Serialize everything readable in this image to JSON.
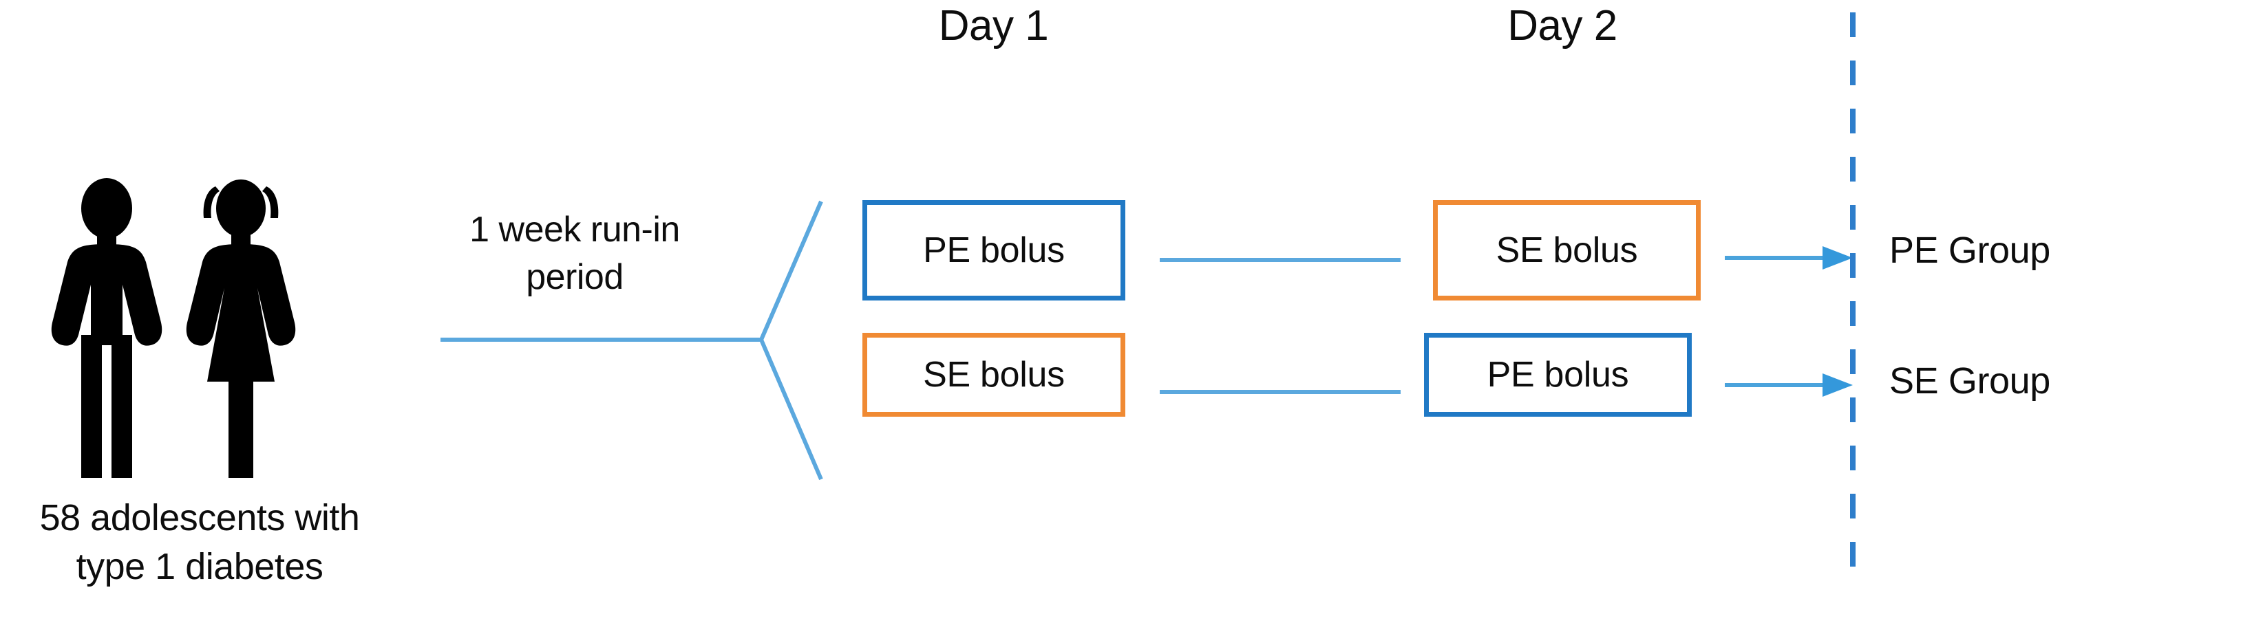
{
  "diagram": {
    "type": "crossover-trial-flow",
    "cohort": {
      "icon_male": "person-male-icon",
      "icon_female": "person-female-icon",
      "caption_line1": "58 adolescents with",
      "caption_line2": "type 1 diabetes"
    },
    "runin": {
      "label_line1": "1 week run-in",
      "label_line2": "period"
    },
    "columns": [
      {
        "header": "Day 1"
      },
      {
        "header": "Day 2"
      }
    ],
    "arms": [
      {
        "arm_id": "pe-arm",
        "day1": {
          "label": "PE bolus",
          "border_color": "#2079C5",
          "color_name": "blue"
        },
        "day2": {
          "label": "SE bolus",
          "border_color": "#F08A33",
          "color_name": "orange"
        },
        "result_label": "PE Group"
      },
      {
        "arm_id": "se-arm",
        "day1": {
          "label": "SE bolus",
          "border_color": "#F08A33",
          "color_name": "orange"
        },
        "day2": {
          "label": "PE bolus",
          "border_color": "#2079C5",
          "color_name": "blue"
        },
        "result_label": "SE Group"
      }
    ],
    "colors": {
      "blue_border": "#2079C5",
      "orange_border": "#F08A33",
      "connector_blue": "#5BA8DE",
      "arrow_blue": "#3498DB",
      "divider_blue": "#2E7ECB",
      "figure_black": "#000000",
      "text_black": "#0D0D0D",
      "background": "#FFFFFF"
    },
    "divider": {
      "name": "vertical-dashed-divider",
      "style": "dashed",
      "color": "#2E7ECB"
    }
  }
}
